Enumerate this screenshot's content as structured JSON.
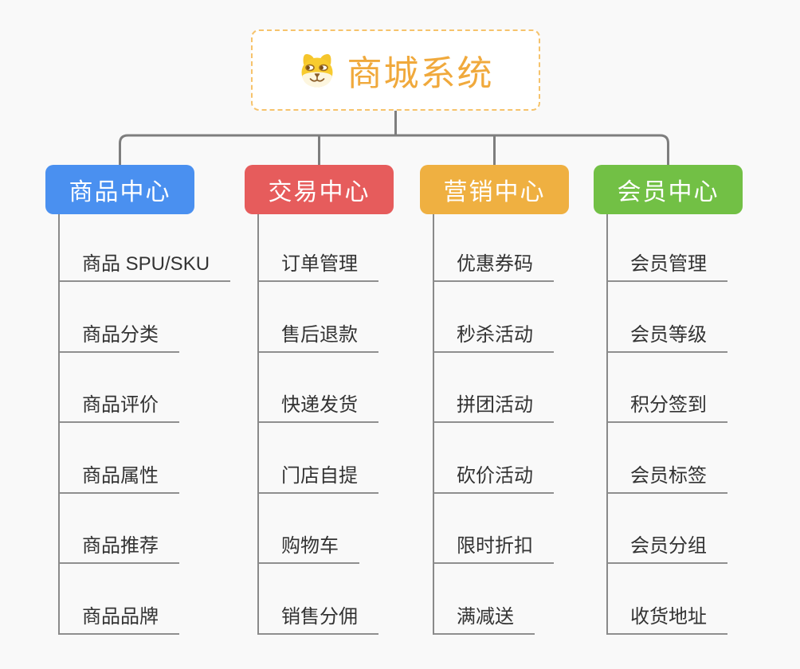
{
  "root": {
    "title": "商城系统",
    "icon": "dog-face-icon"
  },
  "branches": [
    {
      "label": "商品中心",
      "color": "#4a90f0",
      "children": [
        "商品 SPU/SKU",
        "商品分类",
        "商品评价",
        "商品属性",
        "商品推荐",
        "商品品牌"
      ]
    },
    {
      "label": "交易中心",
      "color": "#e65c5c",
      "children": [
        "订单管理",
        "售后退款",
        "快递发货",
        "门店自提",
        "购物车",
        "销售分佣"
      ]
    },
    {
      "label": "营销中心",
      "color": "#efb041",
      "children": [
        "优惠券码",
        "秒杀活动",
        "拼团活动",
        "砍价活动",
        "限时折扣",
        "满减送"
      ]
    },
    {
      "label": "会员中心",
      "color": "#72c045",
      "children": [
        "会员管理",
        "会员等级",
        "积分签到",
        "会员标签",
        "会员分组",
        "收货地址"
      ]
    }
  ],
  "colors": {
    "background": "#f9f9f9",
    "root_text": "#f0a93c",
    "root_border": "#f6c36c",
    "connector": "#7e7e7e",
    "sub_line": "#8f8f8f",
    "sub_text": "#333333"
  }
}
